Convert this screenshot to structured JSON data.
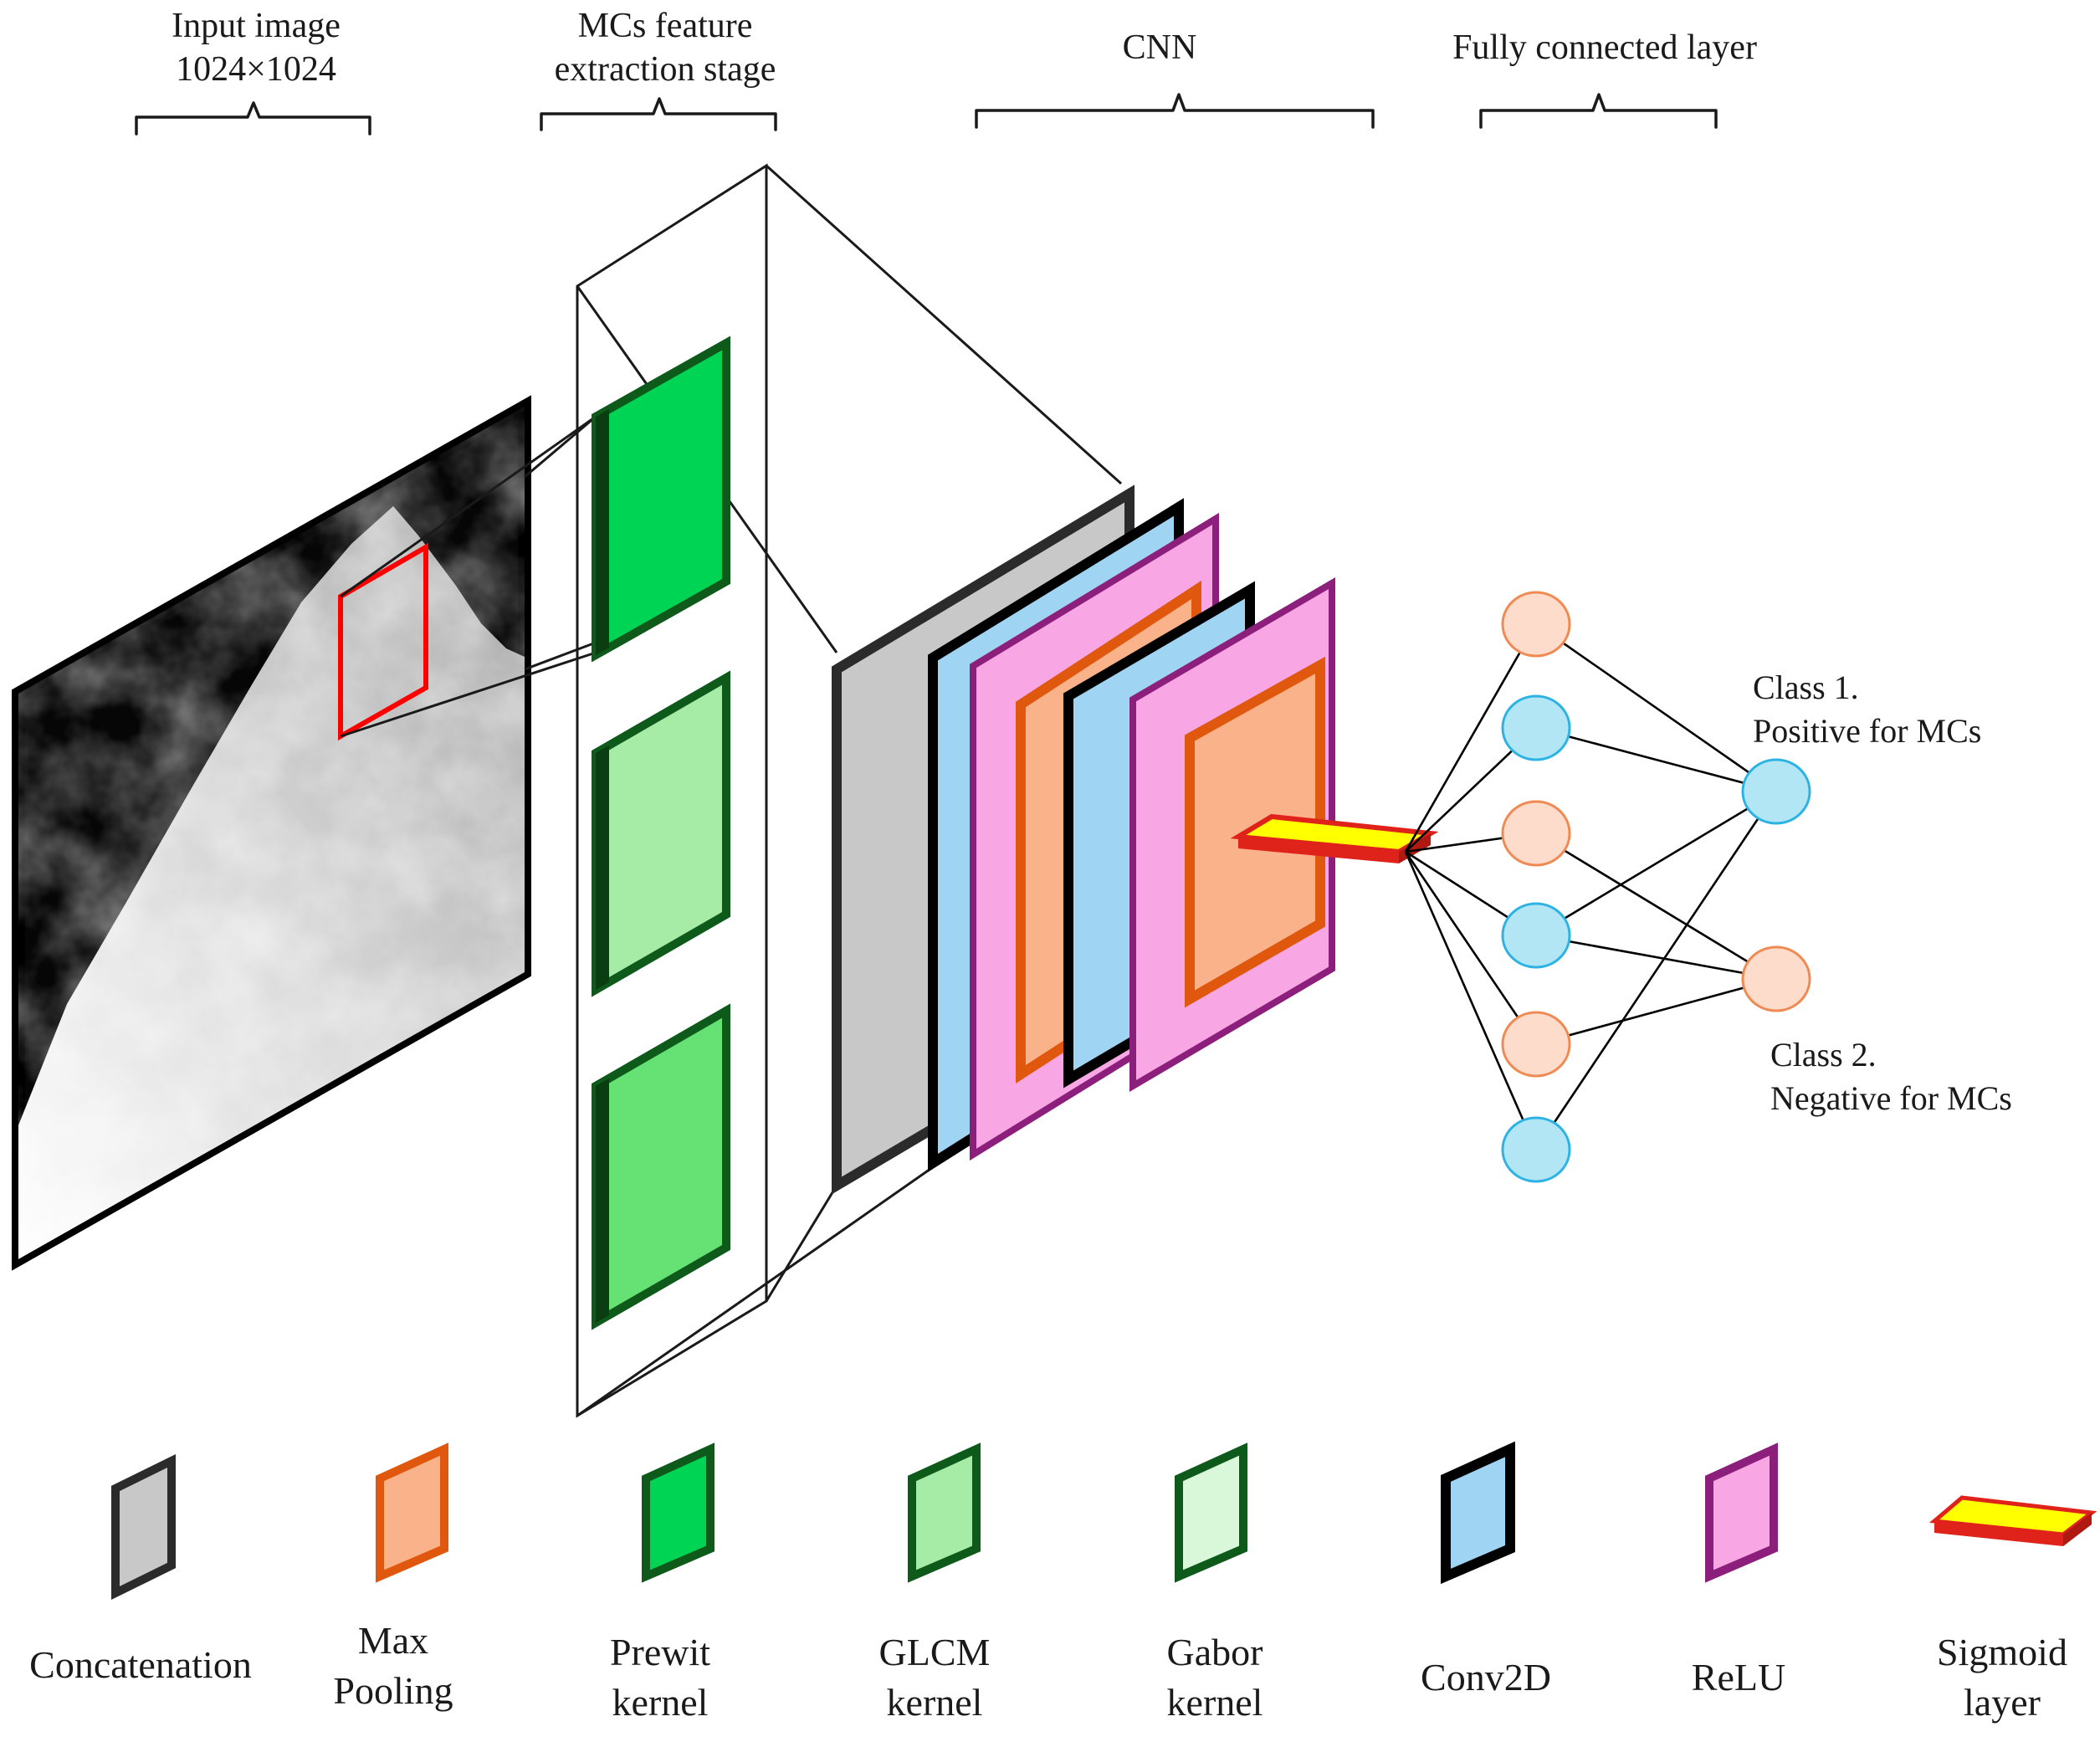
{
  "headers": {
    "input_line1": "Input image",
    "input_line2": "1024×1024",
    "mcs_line1": "MCs feature",
    "mcs_line2": "extraction stage",
    "cnn": "CNN",
    "fc": "Fully connected layer"
  },
  "classes": {
    "class1_line1": "Class 1.",
    "class1_line2": "Positive for MCs",
    "class2_line1": "Class 2.",
    "class2_line2": "Negative for MCs"
  },
  "legend": [
    {
      "line1": "Concatenation",
      "line2": "",
      "icon": "concatenation-block-icon"
    },
    {
      "line1": "Max",
      "line2": "Pooling",
      "icon": "max-pooling-block-icon"
    },
    {
      "line1": "Prewit",
      "line2": "kernel",
      "icon": "prewit-kernel-block-icon"
    },
    {
      "line1": "GLCM",
      "line2": "kernel",
      "icon": "glcm-kernel-block-icon"
    },
    {
      "line1": "Gabor",
      "line2": "kernel",
      "icon": "gabor-kernel-block-icon"
    },
    {
      "line1": "Conv2D",
      "line2": "",
      "icon": "conv2d-block-icon"
    },
    {
      "line1": "ReLU",
      "line2": "",
      "icon": "relu-block-icon"
    },
    {
      "line1": "Sigmoid",
      "line2": "layer",
      "icon": "sigmoid-layer-icon"
    }
  ],
  "colors": {
    "concatenation_fill": "#c8c8c8",
    "concatenation_edge": "#2b2b2b",
    "max_pooling_fill": "#f9b28a",
    "max_pooling_edge": "#e0580e",
    "prewit_fill": "#00d455",
    "glcm_fill": "#a6eca7",
    "gabor_fill": "#d9f8da",
    "kernel_edge": "#0e5a1b",
    "conv2d_fill": "#9fd4f2",
    "conv2d_edge": "#000000",
    "relu_fill": "#f9a6e4",
    "relu_edge": "#8c1f7b",
    "sigmoid_fill": "#ffff00",
    "sigmoid_edge": "#e0231a",
    "node_blue_fill": "#b3e6f4",
    "node_blue_edge": "#2db3e3",
    "node_orange_fill": "#fddccb",
    "node_orange_edge": "#f08a52",
    "roi_edge": "#ff0000"
  },
  "network": {
    "fc_nodes": [
      "orange",
      "blue",
      "orange",
      "blue",
      "orange",
      "blue"
    ],
    "output_nodes": [
      "blue",
      "orange"
    ]
  }
}
